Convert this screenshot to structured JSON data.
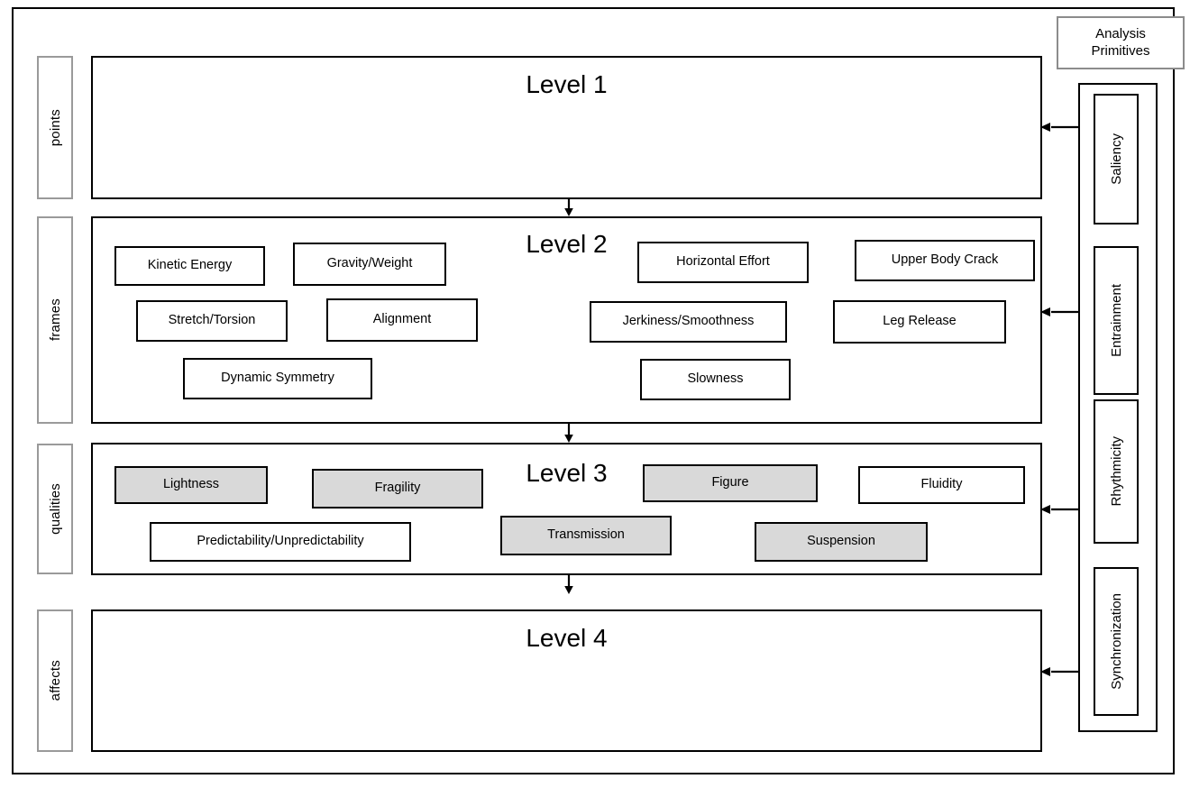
{
  "diagram": {
    "title_box": {
      "line1": "Analysis",
      "line2": "Primitives"
    },
    "colors": {
      "shaded_fill": "#d9d9d9",
      "border": "#000000",
      "side_label_border": "#9a9a9a",
      "background": "#ffffff"
    },
    "side_labels": [
      {
        "name": "points",
        "level": "Level 1"
      },
      {
        "name": "frames",
        "level": "Level 2"
      },
      {
        "name": "qualities",
        "level": "Level 3"
      },
      {
        "name": "affects",
        "level": "Level 4"
      }
    ],
    "levels": [
      {
        "title": "Level 1",
        "items": []
      },
      {
        "title": "Level 2",
        "items": [
          {
            "label": "Kinetic Energy",
            "shaded": false
          },
          {
            "label": "Gravity/Weight",
            "shaded": false
          },
          {
            "label": "Horizontal Effort",
            "shaded": false
          },
          {
            "label": "Upper Body Crack",
            "shaded": false
          },
          {
            "label": "Stretch/Torsion",
            "shaded": false
          },
          {
            "label": "Alignment",
            "shaded": false
          },
          {
            "label": "Jerkiness/Smoothness",
            "shaded": false
          },
          {
            "label": "Leg Release",
            "shaded": false
          },
          {
            "label": "Dynamic Symmetry",
            "shaded": false
          },
          {
            "label": "Slowness",
            "shaded": false
          }
        ]
      },
      {
        "title": "Level 3",
        "items": [
          {
            "label": "Lightness",
            "shaded": true
          },
          {
            "label": "Fragility",
            "shaded": true
          },
          {
            "label": "Figure",
            "shaded": true
          },
          {
            "label": "Fluidity",
            "shaded": false
          },
          {
            "label": "Predictability/Unpredictability",
            "shaded": false
          },
          {
            "label": "Transmission",
            "shaded": true
          },
          {
            "label": "Suspension",
            "shaded": true
          }
        ]
      },
      {
        "title": "Level 4",
        "items": []
      }
    ],
    "primitives": [
      {
        "label": "Saliency",
        "targets": "Level 1"
      },
      {
        "label": "Entrainment",
        "targets": "Level 2"
      },
      {
        "label": "Rhythmicity",
        "targets": "Level 3"
      },
      {
        "label": "Synchronization",
        "targets": "Level 4"
      }
    ],
    "connectors": {
      "down_arrows": 3,
      "left_arrows": 4
    }
  }
}
